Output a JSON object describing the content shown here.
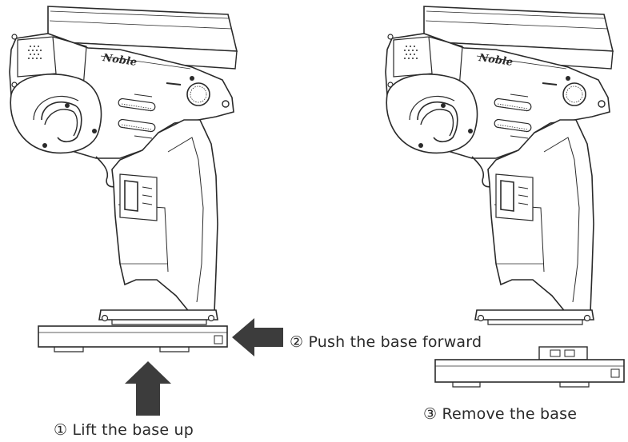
{
  "brand": {
    "logo_text": "Noble"
  },
  "steps": [
    {
      "label": "①  Lift the base up"
    },
    {
      "label": "② Push the base forward"
    },
    {
      "label": "③ Remove the base"
    }
  ],
  "colors": {
    "line": "#2a2a2a",
    "arrow": "#3c3c3c",
    "background": "#ffffff"
  },
  "icons": {
    "push": "arrow-left-icon",
    "lift": "arrow-up-icon"
  }
}
